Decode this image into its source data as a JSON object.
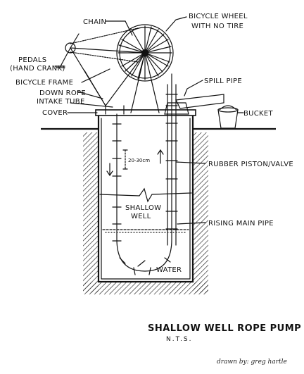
{
  "labels": {
    "chain": "CHAIN",
    "bicycle_wheel": "BICYCLE WHEEL",
    "no_tire": "WITH NO TIRE",
    "pedals": "PEDALS",
    "hand_crank": "(HAND CRANK)",
    "bicycle_frame": "BICYCLE FRAME",
    "down_rope": "DOWN ROPE",
    "intake_tube": "INTAKE TUBE",
    "cover": "COVER",
    "spill_pipe": "SPILL PIPE",
    "bucket": "BUCKET",
    "spacing": "20-30cm",
    "rubber_piston": "RUBBER PISTON/VALVE",
    "shallow": "SHALLOW",
    "well": "WELL",
    "rising_main": "RISING MAIN PIPE",
    "water": "WATER"
  },
  "title": "SHALLOW WELL ROPE PUMP",
  "subtitle": "N.T.S.",
  "signature": "drawn by: greg hartle",
  "colors": {
    "ink": "#111111",
    "paper": "#ffffff"
  }
}
